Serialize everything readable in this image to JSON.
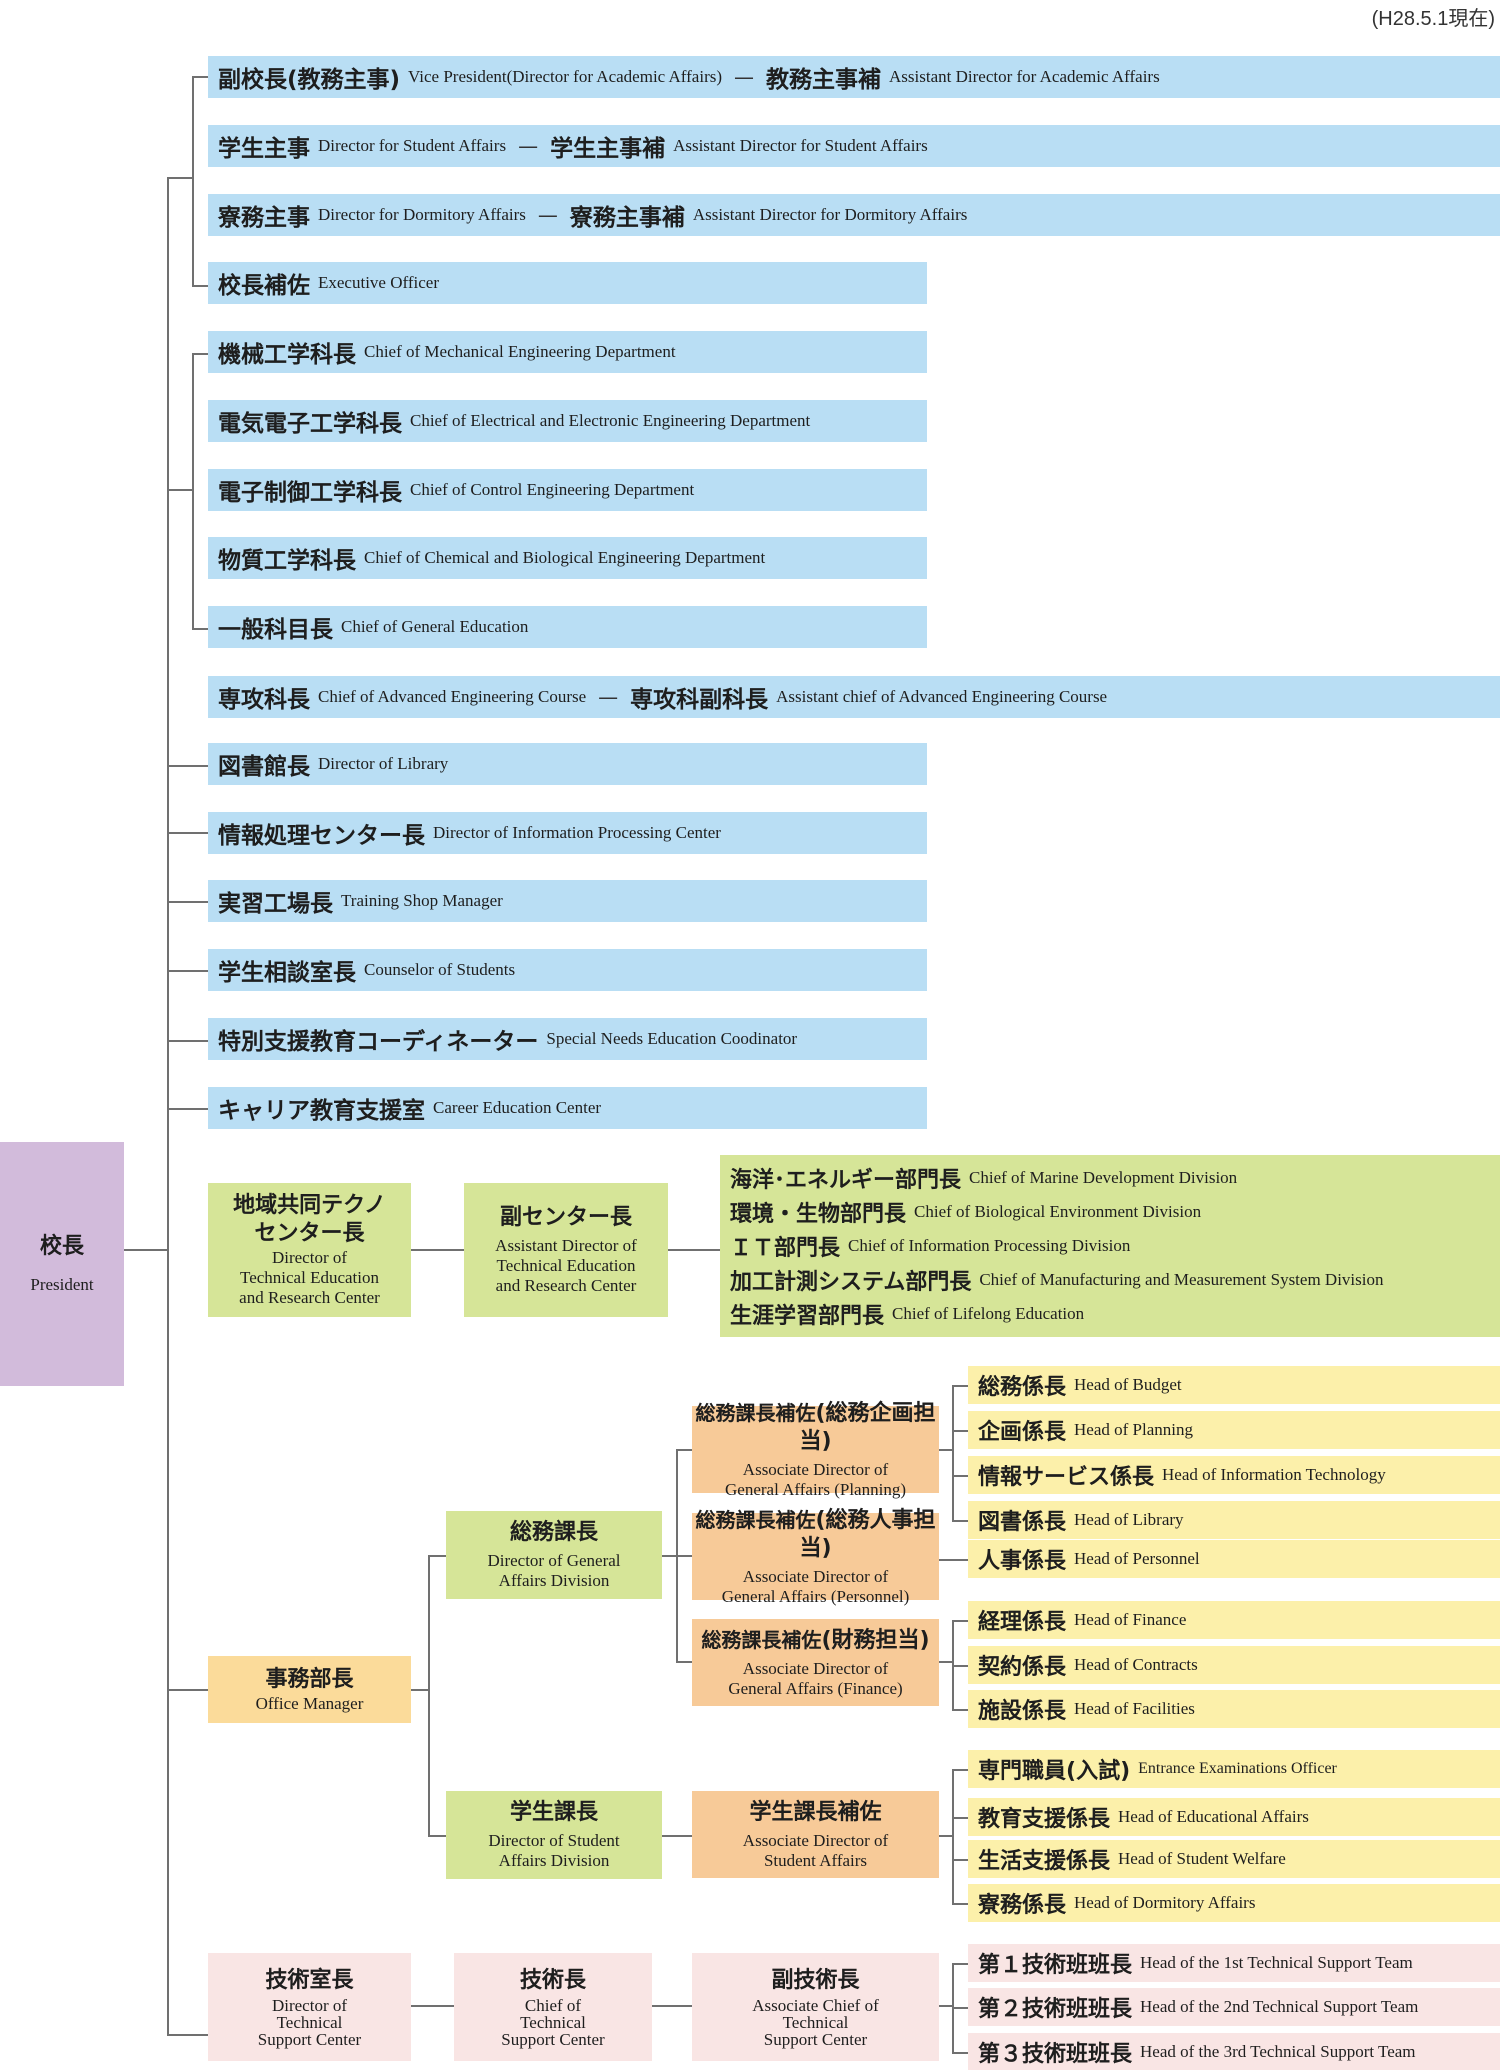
{
  "date_note": "(H28.5.1現在)",
  "president": {
    "ja": "校長",
    "en": "President"
  },
  "rows": [
    {
      "ja": "副校長(教務主事)",
      "en": "Vice President(Director for Academic Affairs)",
      "sub_ja": "教務主事補",
      "sub_en": "Assistant Director for Academic Affairs"
    },
    {
      "ja": "学生主事",
      "en": "Director for Student Affairs",
      "sub_ja": "学生主事補",
      "sub_en": "Assistant Director for Student Affairs"
    },
    {
      "ja": "寮務主事",
      "en": "Director for Dormitory Affairs",
      "sub_ja": "寮務主事補",
      "sub_en": "Assistant Director for Dormitory Affairs"
    },
    {
      "ja": "校長補佐",
      "en": "Executive Officer"
    },
    {
      "ja": "機械工学科長",
      "en": "Chief of Mechanical Engineering Department"
    },
    {
      "ja": "電気電子工学科長",
      "en": "Chief of Electrical and Electronic Engineering Department"
    },
    {
      "ja": "電子制御工学科長",
      "en": "Chief of Control Engineering Department"
    },
    {
      "ja": "物質工学科長",
      "en": "Chief of Chemical and Biological Engineering Department"
    },
    {
      "ja": "一般科目長",
      "en": "Chief of General Education"
    },
    {
      "ja": "専攻科長",
      "en": "Chief of Advanced Engineering Course",
      "sub_ja": "専攻科副科長",
      "sub_en": "Assistant chief of Advanced Engineering Course"
    },
    {
      "ja": "図書館長",
      "en": "Director of Library"
    },
    {
      "ja": "情報処理センター長",
      "en": "Director of Information Processing Center"
    },
    {
      "ja": "実習工場長",
      "en": "Training Shop Manager"
    },
    {
      "ja": "学生相談室長",
      "en": "Counselor of Students"
    },
    {
      "ja": "特別支援教育コーディネーター",
      "en": "Special Needs Education Coodinator"
    },
    {
      "ja": "キャリア教育支援室",
      "en": "Career Education Center"
    }
  ],
  "techno": {
    "head": {
      "ja1": "地域共同テクノ",
      "ja2": "センター長",
      "en1": "Director of",
      "en2": "Technical Education",
      "en3": "and Research Center"
    },
    "vice": {
      "ja": "副センター長",
      "en1": "Assistant Director of",
      "en2": "Technical Education",
      "en3": "and Research Center"
    },
    "divisions": [
      {
        "ja": "海洋･エネルギー部門長",
        "en": "Chief of Marine Development Division"
      },
      {
        "ja": "環境・生物部門長",
        "en": "Chief of Biological Environment Division"
      },
      {
        "ja": "ＩＴ部門長",
        "en": "Chief of Information Processing Division"
      },
      {
        "ja": "加工計測システム部門長",
        "en": "Chief of Manufacturing and Measurement System Division"
      },
      {
        "ja": "生涯学習部門長",
        "en": "Chief of Lifelong Education"
      }
    ]
  },
  "office": {
    "manager": {
      "ja": "事務部長",
      "en": "Office Manager"
    },
    "general": {
      "ja": "総務課長",
      "en1": "Director of General",
      "en2": "Affairs Division"
    },
    "student": {
      "ja": "学生課長",
      "en1": "Director of Student",
      "en2": "Affairs Division"
    },
    "assoc": [
      {
        "ja": "総務課長補佐",
        "ja_small": "(総務企画担当)",
        "en1": "Associate Director of",
        "en2": "General Affairs (Planning)"
      },
      {
        "ja": "総務課長補佐",
        "ja_small": "(総務人事担当)",
        "en1": "Associate Director of",
        "en2": "General Affairs (Personnel)"
      },
      {
        "ja": "総務課長補佐",
        "ja_small": "(財務担当)",
        "en1": "Associate Director of",
        "en2": "General Affairs (Finance)"
      }
    ],
    "student_assoc": {
      "ja": "学生課長補佐",
      "en1": "Associate Director of",
      "en2": "Student Affairs"
    },
    "heads": [
      {
        "ja": "総務係長",
        "en": "Head of Budget"
      },
      {
        "ja": "企画係長",
        "en": "Head of Planning"
      },
      {
        "ja": "情報サービス係長",
        "en": "Head of Information Technology"
      },
      {
        "ja": "図書係長",
        "en": "Head of Library"
      },
      {
        "ja": "人事係長",
        "en": "Head of Personnel"
      },
      {
        "ja": "経理係長",
        "en": "Head of Finance"
      },
      {
        "ja": "契約係長",
        "en": "Head of Contracts"
      },
      {
        "ja": "施設係長",
        "en": "Head of Facilities"
      }
    ],
    "student_heads": [
      {
        "ja": "専門職員",
        "ja_small": "(入試)",
        "en": "Entrance Examinations Officer"
      },
      {
        "ja": "教育支援係長",
        "en": "Head of Educational Affairs"
      },
      {
        "ja": "生活支援係長",
        "en": "Head of Student Welfare"
      },
      {
        "ja": "寮務係長",
        "en": "Head of Dormitory Affairs"
      }
    ]
  },
  "tech": {
    "director": {
      "ja": "技術室長",
      "en1": "Director of",
      "en2": "Technical",
      "en3": "Support Center"
    },
    "chief": {
      "ja": "技術長",
      "en1": "Chief of",
      "en2": "Technical",
      "en3": "Support Center"
    },
    "assoc": {
      "ja": "副技術長",
      "en1": "Associate Chief of",
      "en2": "Technical",
      "en3": "Support Center"
    },
    "teams": [
      {
        "ja": "第１技術班班長",
        "en": "Head of the 1st Technical Support Team"
      },
      {
        "ja": "第２技術班班長",
        "en": "Head of the 2nd Technical Support Team"
      },
      {
        "ja": "第３技術班班長",
        "en": "Head of the 3rd Technical Support Team"
      }
    ]
  }
}
